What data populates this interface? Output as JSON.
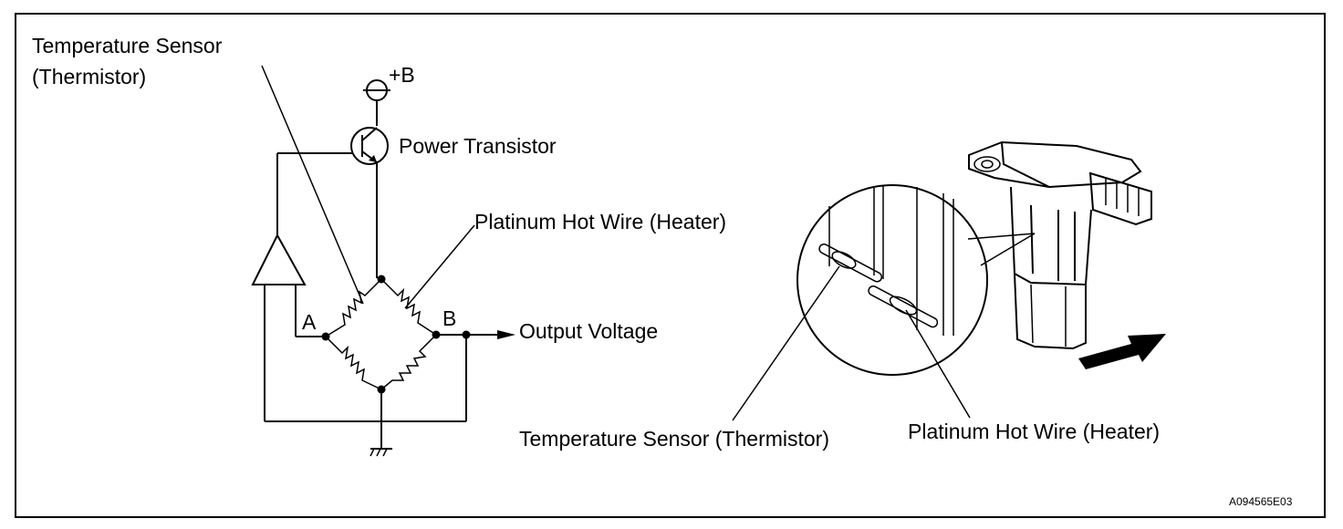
{
  "labels": {
    "temp_sensor_line1": "Temperature Sensor",
    "temp_sensor_line2": "(Thermistor)",
    "plus_b": "+B",
    "power_transistor": "Power Transistor",
    "hot_wire_top": "Platinum Hot Wire (Heater)",
    "node_a": "A",
    "node_b": "B",
    "output_voltage": "Output Voltage",
    "temp_sensor_bottom": "Temperature Sensor (Thermistor)",
    "hot_wire_bottom": "Platinum Hot Wire (Heater)",
    "figure_code": "A094565E03"
  },
  "colors": {
    "line": "#000000",
    "background": "#ffffff"
  }
}
